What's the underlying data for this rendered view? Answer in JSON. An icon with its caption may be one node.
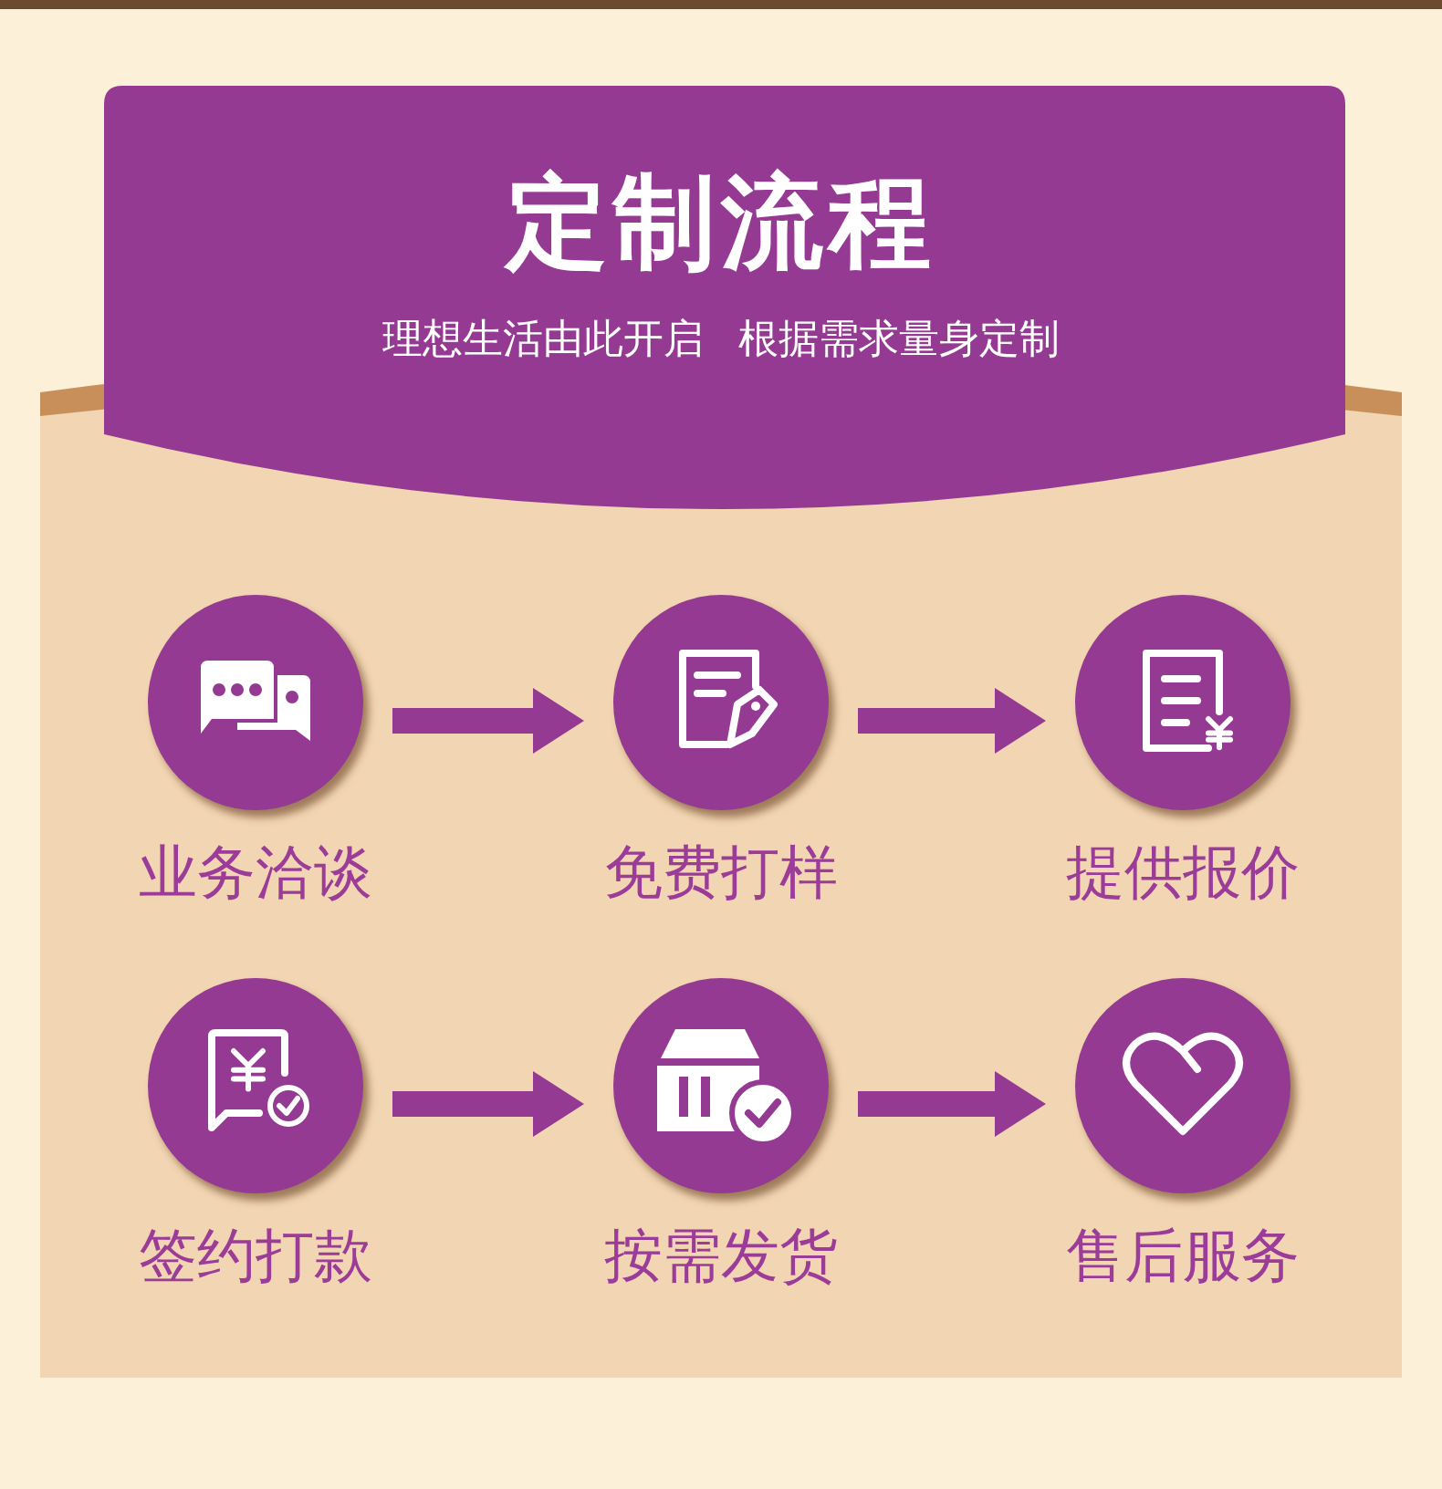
{
  "diagram": {
    "title": "定制流程",
    "nodes": [
      {
        "text": [
          "业务洽谈"
        ]
      },
      {
        "text": [
          "免费打样"
        ]
      },
      {
        "text": [
          "提供报价"
        ]
      },
      {
        "text": [
          "签约打款"
        ]
      },
      {
        "text": [
          "按需发货"
        ]
      },
      {
        "text": [
          "售后服务"
        ]
      }
    ],
    "edges": [
      {
        "from": 0,
        "to": 1,
        "arrow": "to"
      },
      {
        "from": 1,
        "to": 2,
        "arrow": "to"
      },
      {
        "from": 3,
        "to": 4,
        "arrow": "to"
      },
      {
        "from": 4,
        "to": 5,
        "arrow": "to"
      }
    ],
    "labels": [
      "理想生活由此开启 根据需求量身定制"
    ]
  }
}
